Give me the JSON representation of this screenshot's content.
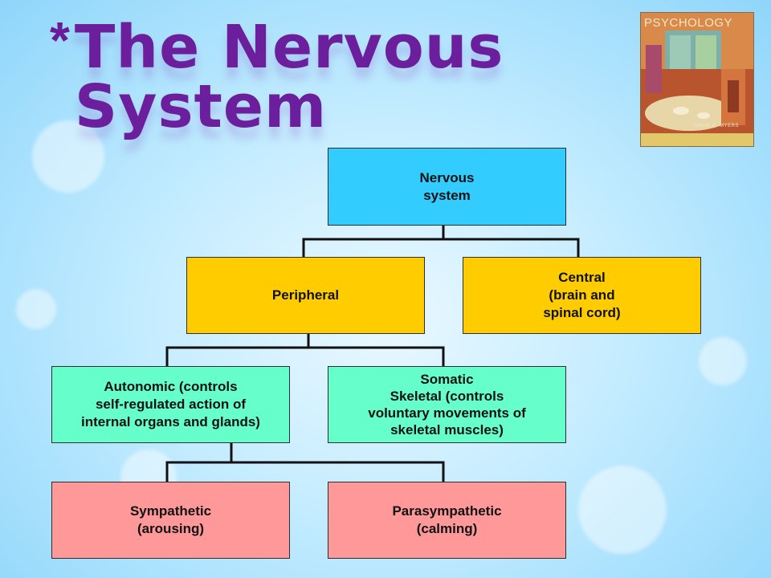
{
  "slide": {
    "asterisk": "*",
    "title": "The Nervous System",
    "book": {
      "cover_title": "PSYCHOLOGY",
      "cover_author": "DAVID G. MYERS"
    }
  },
  "nodes": {
    "nervous_system": "Nervous\nsystem",
    "peripheral": "Peripheral",
    "central": "Central\n(brain and\nspinal cord)",
    "autonomic": "Autonomic (controls\nself-regulated action of\ninternal organs and glands)",
    "somatic": "Somatic\nSkeletal (controls\nvoluntary movements of\nskeletal muscles)",
    "sympathetic": "Sympathetic\n(arousing)",
    "parasympathetic": "Parasympathetic\n(calming)"
  },
  "colors": {
    "root": "#33ccff",
    "level1": "#ffcc00",
    "level2": "#66ffcc",
    "level3": "#ff9999",
    "title": "#6b1f9c"
  }
}
